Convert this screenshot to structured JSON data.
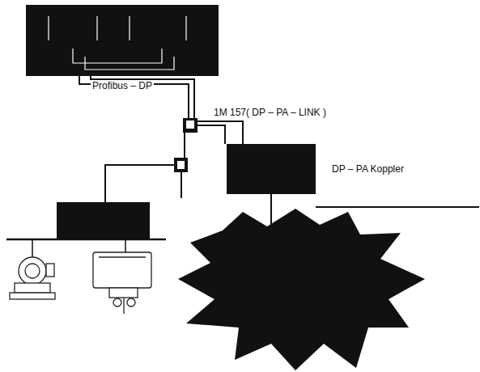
{
  "diagram": {
    "nodes": [
      {
        "text": [
          "DP – PA Koppler"
        ]
      }
    ],
    "labels": [
      "Profibus – DP",
      "1M 157( DP – PA – LINK )"
    ]
  }
}
